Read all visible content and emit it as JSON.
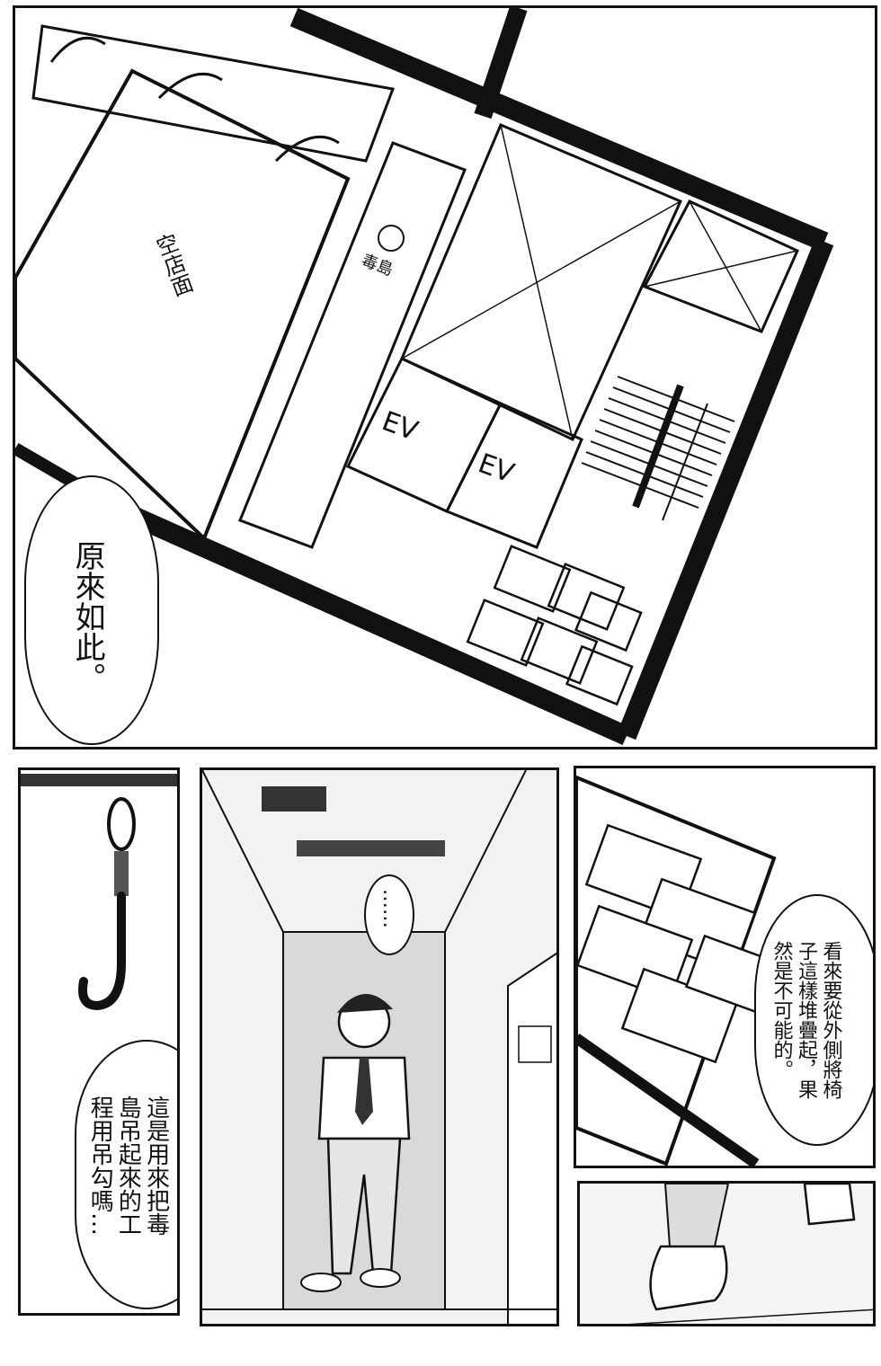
{
  "panel1": {
    "floorplan_labels": {
      "vacant_store": "空店面",
      "dokujima": "毒島",
      "ev1": "EV",
      "ev2": "EV"
    },
    "speech": "原來如此。"
  },
  "panel3": {
    "thought": "……"
  },
  "panel4": {
    "speech": "看來要從外側將椅\n子這樣堆疊起，果\n然是不可能的。"
  },
  "panel2": {
    "speech": "這是用來把毒\n島吊起來的工\n程用吊勾嗎…"
  }
}
